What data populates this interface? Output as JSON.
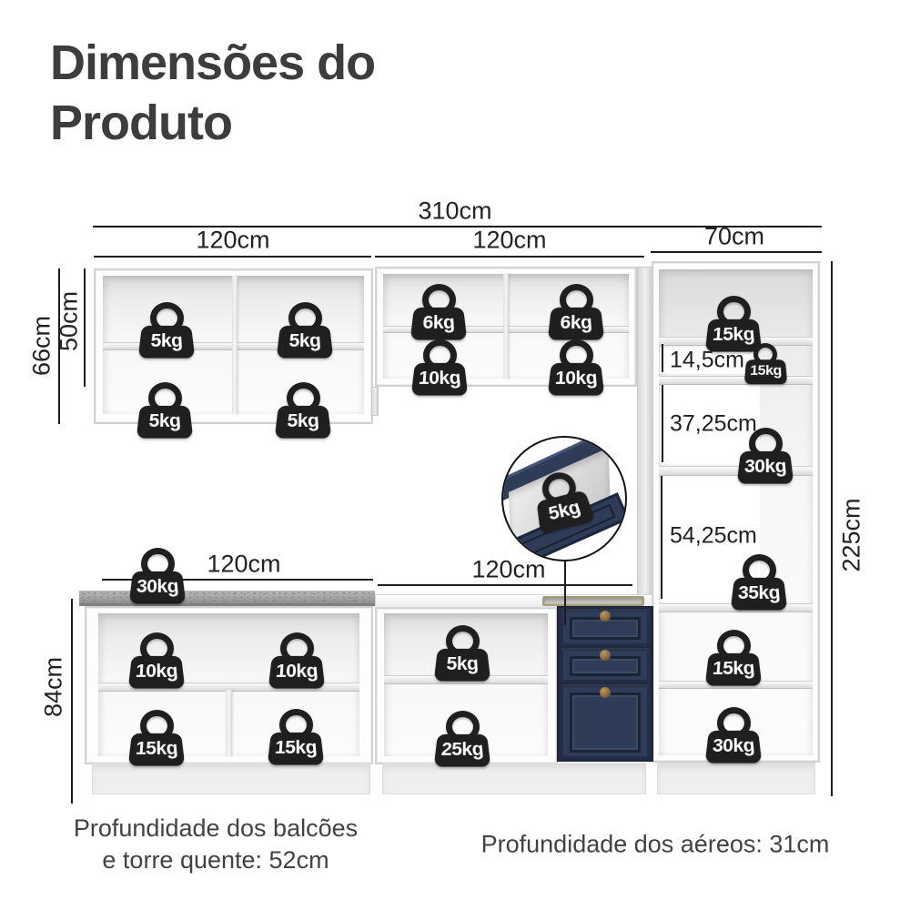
{
  "title": {
    "line1": "Dimensões do",
    "line2": "Produto"
  },
  "dims": {
    "total_width": "310cm",
    "aereo_left_width": "120cm",
    "aereo_mid_width": "120cm",
    "tower_width": "70cm",
    "aereo_left_height": "66cm",
    "aereo_inner_height": "50cm",
    "tower_height": "225cm",
    "balcao_height": "84cm",
    "balcao_left_width": "120cm",
    "balcao_mid_width": "120cm",
    "tower_slot_top": "14,5cm",
    "tower_slot_mid": "37,25cm",
    "tower_slot_bottom": "54,25cm"
  },
  "weights": [
    {
      "label": "5kg"
    },
    {
      "label": "5kg"
    },
    {
      "label": "5kg"
    },
    {
      "label": "5kg"
    },
    {
      "label": "6kg"
    },
    {
      "label": "6kg"
    },
    {
      "label": "10kg"
    },
    {
      "label": "10kg"
    },
    {
      "label": "15kg"
    },
    {
      "label": "15kg"
    },
    {
      "label": "30kg"
    },
    {
      "label": "35kg"
    },
    {
      "label": "15kg"
    },
    {
      "label": "30kg"
    },
    {
      "label": "30kg"
    },
    {
      "label": "10kg"
    },
    {
      "label": "10kg"
    },
    {
      "label": "15kg"
    },
    {
      "label": "15kg"
    },
    {
      "label": "5kg"
    },
    {
      "label": "25kg"
    },
    {
      "label": "5kg"
    }
  ],
  "footnotes": {
    "left_line1": "Profundidade dos balcões",
    "left_line2": "e torre quente: 52cm",
    "right": "Profundidade dos aéreos: 31cm"
  },
  "colors": {
    "line": "#1c1c1c",
    "dim_text": "#222222",
    "title_text": "#3d3d3d",
    "weight_bg": "#1f1f1f",
    "weight_text": "#ffffff",
    "drawer_navy": "#2e3c58",
    "drawer_frame": "#1f2940",
    "knob": "#8a6a3f",
    "countertop": "#a4a4a4"
  }
}
